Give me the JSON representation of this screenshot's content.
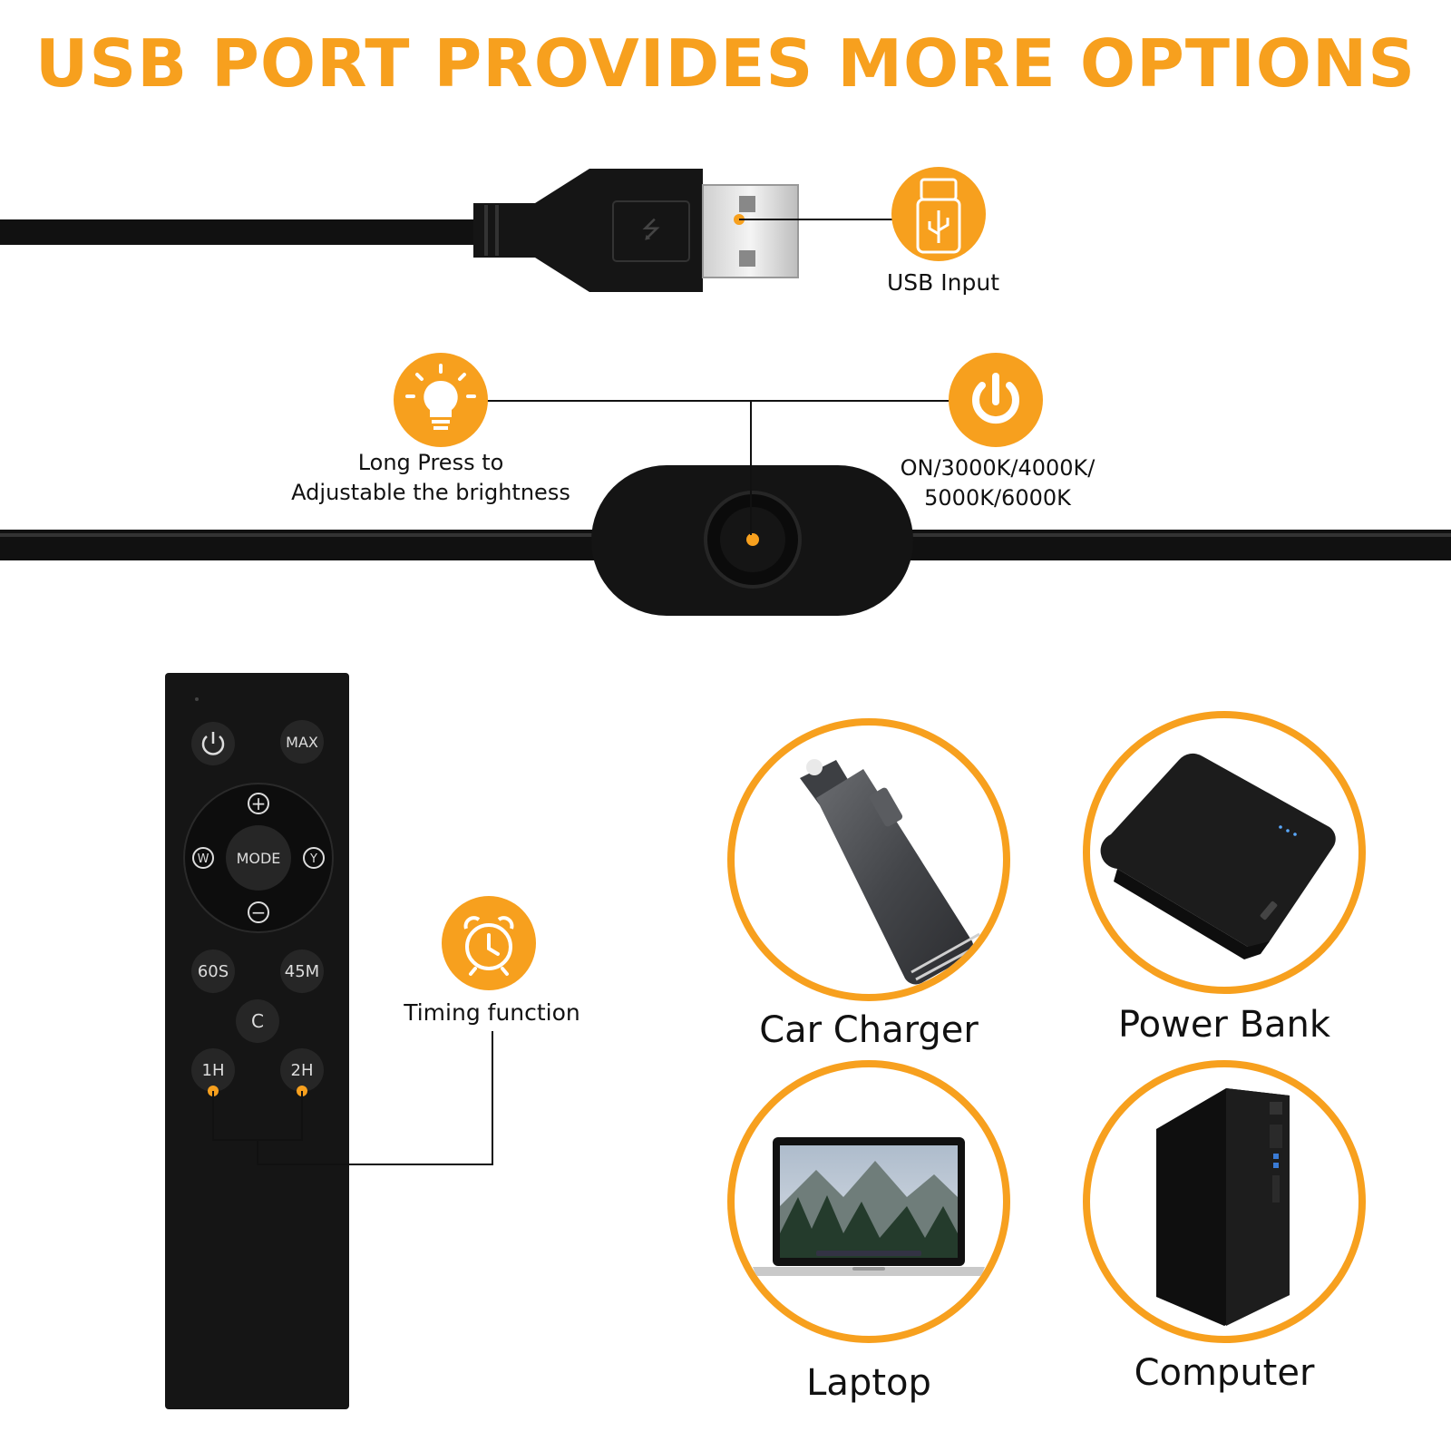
{
  "title": "USB PORT PROVIDES MORE OPTIONS",
  "colors": {
    "accent": "#f7a01e",
    "cable": "#111111"
  },
  "usb": {
    "label": "USB Input",
    "icon": "usb-icon"
  },
  "switch": {
    "brightness_label_line1": "Long Press to",
    "brightness_label_line2": "Adjustable the brightness",
    "brightness_icon": "lightbulb-icon",
    "power_label_line1": "ON/3000K/4000K/",
    "power_label_line2": "5000K/6000K",
    "power_icon": "power-icon"
  },
  "remote": {
    "buttons": {
      "power": "",
      "max": "MAX",
      "plus": "+",
      "mode": "MODE",
      "w": "W",
      "y": "Y",
      "minus": "−",
      "s60": "60S",
      "m45": "45M",
      "c": "C",
      "h1": "1H",
      "h2": "2H"
    },
    "timing_label": "Timing function",
    "timing_icon": "alarm-clock-icon"
  },
  "devices": [
    {
      "label": "Car Charger",
      "icon": "car-charger-icon"
    },
    {
      "label": "Power Bank",
      "icon": "power-bank-icon"
    },
    {
      "label": "Laptop",
      "icon": "laptop-icon"
    },
    {
      "label": "Computer",
      "icon": "computer-tower-icon"
    }
  ]
}
